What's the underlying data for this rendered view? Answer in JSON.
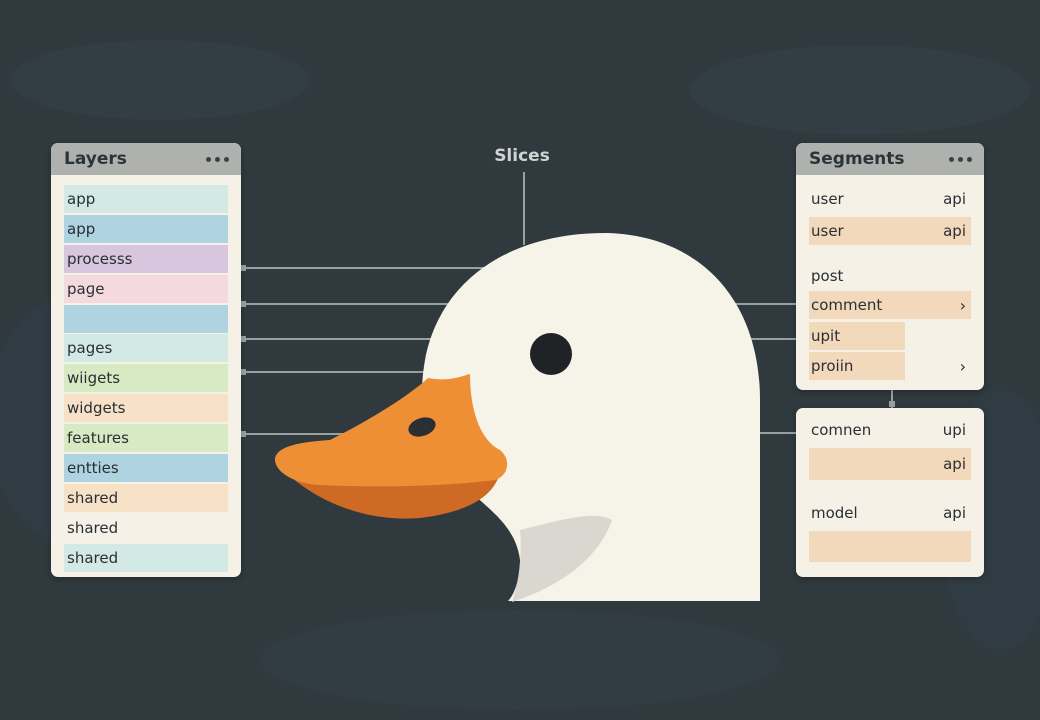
{
  "colors": {
    "background": "#2f393e",
    "panel": "#f5f1e6",
    "panel_header": "#aeb1ae",
    "connector": "#9aa0a0",
    "duck_body": "#f6f3e8",
    "duck_beak": "#ee8f36",
    "duck_beak_lower": "#cf6a24",
    "layer_teal": "#d3e9e4",
    "layer_blue": "#afd3e1",
    "layer_purple": "#d8c5de",
    "layer_pink": "#f4d9de",
    "layer_green": "#d8eac3",
    "layer_peach": "#f7e2c8",
    "segment_highlight": "#f3d9bc"
  },
  "layers_panel": {
    "title": "Layers",
    "menu_icon": "more-dots-icon",
    "items": [
      {
        "label": "app",
        "color": "#d3e9e4"
      },
      {
        "label": "app",
        "color": "#afd3e1"
      },
      {
        "label": "processs",
        "color": "#d8c5de"
      },
      {
        "label": "paɡe",
        "color": "#f4d9de"
      },
      {
        "label": "",
        "color": "#afd3e1"
      },
      {
        "label": "pages",
        "color": "#d3e9e4"
      },
      {
        "label": "wiigets",
        "color": "#d8eac3"
      },
      {
        "label": "widgets",
        "color": "#f7e2c8"
      },
      {
        "label": "features",
        "color": "#d8eac3"
      },
      {
        "label": "entties",
        "color": "#afd3e1"
      },
      {
        "label": "shared",
        "color": "#f7e2c8"
      },
      {
        "label": "shared",
        "color": "#f5f1e6"
      },
      {
        "label": "shared",
        "color": "#d3e9e4"
      }
    ]
  },
  "slices_label": "Slices",
  "segments_panel": {
    "title": "Segments",
    "menu_icon": "more-dots-icon",
    "rows": [
      {
        "left": "user",
        "right": "api"
      },
      {
        "left": "user",
        "right": "api"
      },
      {
        "left": "post",
        "right": ""
      },
      {
        "left": "comment",
        "right": "›"
      },
      {
        "left": "upit",
        "right": ""
      },
      {
        "left": "proiin",
        "right": "›"
      }
    ]
  },
  "segments_panel_2": {
    "rows": [
      {
        "left": "comnen",
        "right": "upi"
      },
      {
        "left": "",
        "right": "api"
      },
      {
        "left": "model",
        "right": "api"
      }
    ]
  }
}
